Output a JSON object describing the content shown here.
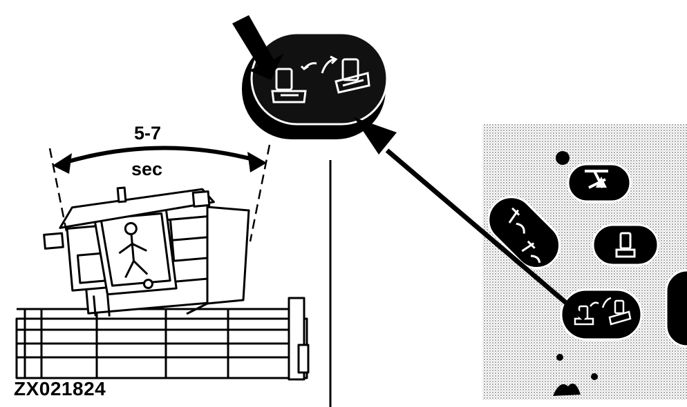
{
  "labels": {
    "duration_value": "5-7",
    "duration_unit": "sec",
    "figure_code": "ZX021824"
  },
  "colors": {
    "ink": "#000000",
    "paper": "#ffffff",
    "panel": "#d9d9d9"
  },
  "icons": {
    "callout_button": "header-tilt-left-right-button",
    "panel_buttons": [
      "header-float-button",
      "header-height-button",
      "reel-button",
      "tilt-button"
    ]
  }
}
